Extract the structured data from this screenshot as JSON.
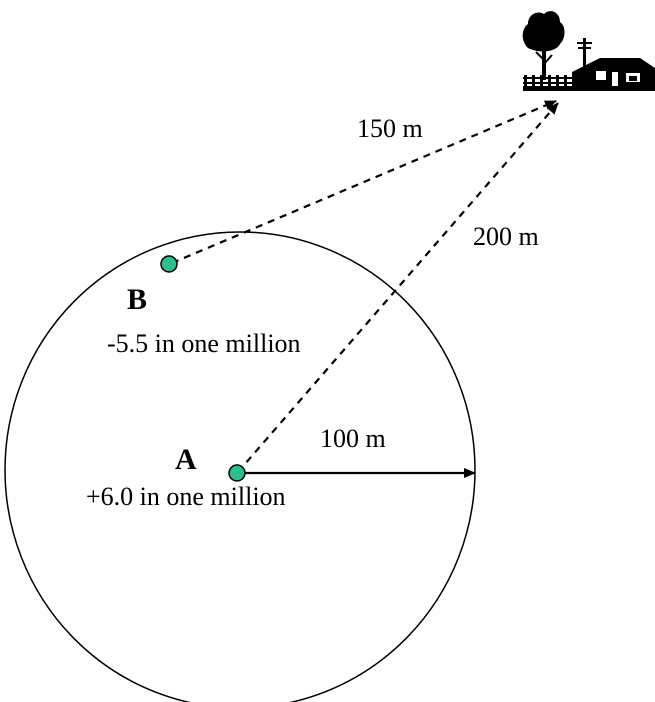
{
  "labels": {
    "dist_150": "150 m",
    "dist_200": "200 m",
    "dist_100": "100 m",
    "point_b": "B",
    "point_a": "A",
    "risk_b": "-5.5 in one million",
    "risk_a": "+6.0 in one million"
  },
  "colors": {
    "point_fill": "#2bbf8e",
    "line": "#000000"
  },
  "icons": {
    "house": "house-with-tree-and-pole-icon"
  }
}
